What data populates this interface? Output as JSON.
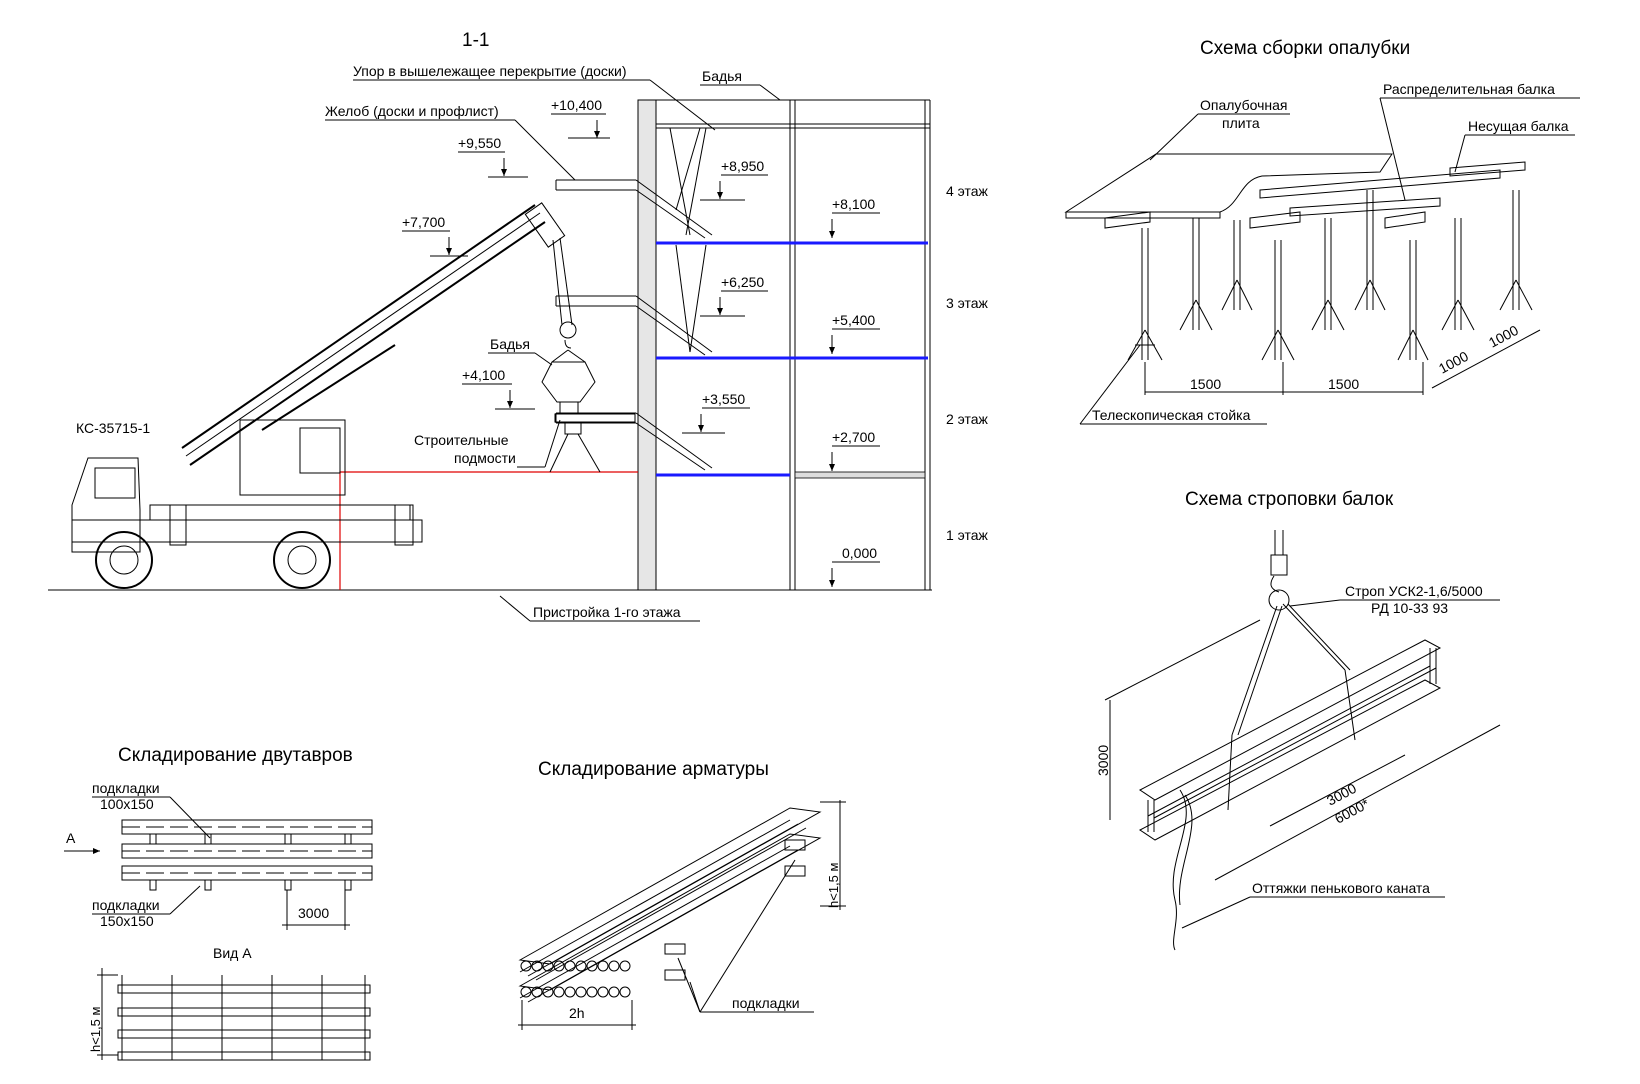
{
  "section": {
    "title": "1-1",
    "labels": {
      "support": "Упор в вышележащее перекрытие (доски)",
      "chute": "Желоб (доски и профлист)",
      "bucket_top": "Бадья",
      "bucket": "Бадья",
      "crane": "КС-35715-1",
      "scaffold_line1": "Строительные",
      "scaffold_line2": "подмости",
      "annex": "Пристройка 1-го этажа"
    },
    "elevations_left": [
      "+10,400",
      "+9,550",
      "+7,700",
      "+4,100"
    ],
    "elevations_mid": [
      "+8,950",
      "+6,250",
      "+3,550"
    ],
    "elevations_right": [
      "+8,100",
      "+5,400",
      "+2,700",
      "0,000"
    ],
    "floors": [
      "4 этаж",
      "3 этаж",
      "2 этаж",
      "1 этаж"
    ]
  },
  "formwork": {
    "title": "Схема сборки опалубки",
    "labels": {
      "plate_line1": "Опалубочная",
      "plate_line2": "плита",
      "dist_beam": "Распределительная балка",
      "carry_beam": "Несущая балка",
      "prop": "Телескопическая стойка"
    },
    "dims": [
      "1500",
      "1500",
      "1000",
      "1000"
    ]
  },
  "slinging": {
    "title": "Схема строповки балок",
    "labels": {
      "sling_line1": "Строп УСК2-1,6/5000",
      "sling_line2": "РД 10-33 93",
      "ropes": "Оттяжки пенькового каната"
    },
    "dims": [
      "3000",
      "3000",
      "6000*"
    ]
  },
  "ibeams": {
    "title": "Складирование двутавров",
    "labels": {
      "pads1_line1": "подкладки",
      "pads1_line2": "100x150",
      "pads2_line1": "подкладки",
      "pads2_line2": "150x150",
      "arrow": "А",
      "view": "Вид А",
      "height": "h<1,5 м"
    },
    "dims": [
      "3000"
    ]
  },
  "rebar": {
    "title": "Складирование арматуры",
    "labels": {
      "pads": "подкладки",
      "height": "h<1,5 м",
      "width": "2h"
    }
  }
}
